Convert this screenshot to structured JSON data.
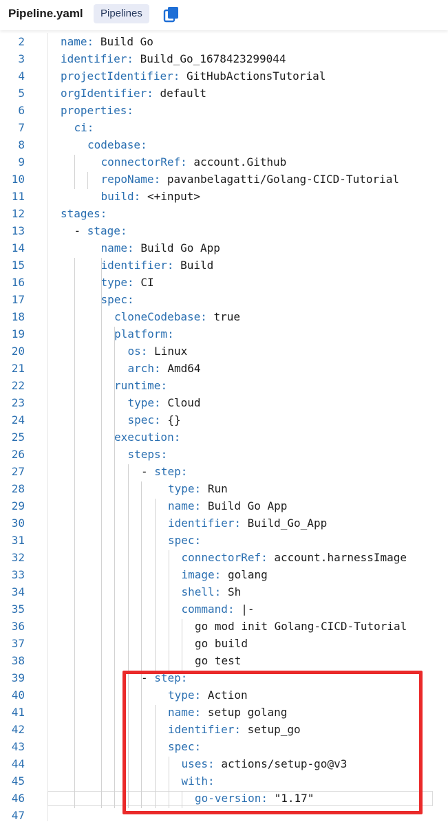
{
  "header": {
    "file_name": "Pipeline.yaml",
    "badge": "Pipelines",
    "copy_icon": "copy-icon"
  },
  "colors": {
    "key": "#2a6fb1",
    "value": "#1c1c1c",
    "line_number": "#2a6fb1",
    "highlight_border": "#ea2a2a",
    "badge_bg": "#e8ebf6"
  },
  "lines": [
    {
      "n": "2",
      "indent": 0,
      "dash": false,
      "key": "name",
      "value": "Build Go"
    },
    {
      "n": "3",
      "indent": 0,
      "dash": false,
      "key": "identifier",
      "value": "Build_Go_1678423299044"
    },
    {
      "n": "4",
      "indent": 0,
      "dash": false,
      "key": "projectIdentifier",
      "value": "GitHubActionsTutorial"
    },
    {
      "n": "5",
      "indent": 0,
      "dash": false,
      "key": "orgIdentifier",
      "value": "default"
    },
    {
      "n": "6",
      "indent": 0,
      "dash": false,
      "key": "properties",
      "value": ""
    },
    {
      "n": "7",
      "indent": 1,
      "dash": false,
      "key": "ci",
      "value": ""
    },
    {
      "n": "8",
      "indent": 2,
      "dash": false,
      "key": "codebase",
      "value": ""
    },
    {
      "n": "9",
      "indent": 3,
      "dash": false,
      "key": "connectorRef",
      "value": "account.Github"
    },
    {
      "n": "10",
      "indent": 3,
      "dash": false,
      "key": "repoName",
      "value": "pavanbelagatti/Golang-CICD-Tutorial"
    },
    {
      "n": "11",
      "indent": 3,
      "dash": false,
      "key": "build",
      "value": "<+input>"
    },
    {
      "n": "12",
      "indent": 0,
      "dash": false,
      "key": "stages",
      "value": ""
    },
    {
      "n": "13",
      "indent": 1,
      "dash": true,
      "key": "stage",
      "value": ""
    },
    {
      "n": "14",
      "indent": 3,
      "dash": false,
      "key": "name",
      "value": "Build Go App"
    },
    {
      "n": "15",
      "indent": 3,
      "dash": false,
      "key": "identifier",
      "value": "Build"
    },
    {
      "n": "16",
      "indent": 3,
      "dash": false,
      "key": "type",
      "value": "CI"
    },
    {
      "n": "17",
      "indent": 3,
      "dash": false,
      "key": "spec",
      "value": ""
    },
    {
      "n": "18",
      "indent": 4,
      "dash": false,
      "key": "cloneCodebase",
      "value": "true"
    },
    {
      "n": "19",
      "indent": 4,
      "dash": false,
      "key": "platform",
      "value": ""
    },
    {
      "n": "20",
      "indent": 5,
      "dash": false,
      "key": "os",
      "value": "Linux"
    },
    {
      "n": "21",
      "indent": 5,
      "dash": false,
      "key": "arch",
      "value": "Amd64"
    },
    {
      "n": "22",
      "indent": 4,
      "dash": false,
      "key": "runtime",
      "value": ""
    },
    {
      "n": "23",
      "indent": 5,
      "dash": false,
      "key": "type",
      "value": "Cloud"
    },
    {
      "n": "24",
      "indent": 5,
      "dash": false,
      "key": "spec",
      "value": "{}"
    },
    {
      "n": "25",
      "indent": 4,
      "dash": false,
      "key": "execution",
      "value": ""
    },
    {
      "n": "26",
      "indent": 5,
      "dash": false,
      "key": "steps",
      "value": ""
    },
    {
      "n": "27",
      "indent": 6,
      "dash": true,
      "key": "step",
      "value": ""
    },
    {
      "n": "28",
      "indent": 8,
      "dash": false,
      "key": "type",
      "value": "Run"
    },
    {
      "n": "29",
      "indent": 8,
      "dash": false,
      "key": "name",
      "value": "Build Go App"
    },
    {
      "n": "30",
      "indent": 8,
      "dash": false,
      "key": "identifier",
      "value": "Build_Go_App"
    },
    {
      "n": "31",
      "indent": 8,
      "dash": false,
      "key": "spec",
      "value": ""
    },
    {
      "n": "32",
      "indent": 9,
      "dash": false,
      "key": "connectorRef",
      "value": "account.harnessImage"
    },
    {
      "n": "33",
      "indent": 9,
      "dash": false,
      "key": "image",
      "value": "golang"
    },
    {
      "n": "34",
      "indent": 9,
      "dash": false,
      "key": "shell",
      "value": "Sh"
    },
    {
      "n": "35",
      "indent": 9,
      "dash": false,
      "key": "command",
      "value": "|-"
    },
    {
      "n": "36",
      "indent": 10,
      "dash": false,
      "key": "",
      "value": "go mod init Golang-CICD-Tutorial"
    },
    {
      "n": "37",
      "indent": 10,
      "dash": false,
      "key": "",
      "value": "go build"
    },
    {
      "n": "38",
      "indent": 10,
      "dash": false,
      "key": "",
      "value": "go test"
    },
    {
      "n": "39",
      "indent": 6,
      "dash": true,
      "key": "step",
      "value": ""
    },
    {
      "n": "40",
      "indent": 8,
      "dash": false,
      "key": "type",
      "value": "Action"
    },
    {
      "n": "41",
      "indent": 8,
      "dash": false,
      "key": "name",
      "value": "setup golang"
    },
    {
      "n": "42",
      "indent": 8,
      "dash": false,
      "key": "identifier",
      "value": "setup_go"
    },
    {
      "n": "43",
      "indent": 8,
      "dash": false,
      "key": "spec",
      "value": ""
    },
    {
      "n": "44",
      "indent": 9,
      "dash": false,
      "key": "uses",
      "value": "actions/setup-go@v3"
    },
    {
      "n": "45",
      "indent": 9,
      "dash": false,
      "key": "with",
      "value": ""
    },
    {
      "n": "46",
      "indent": 10,
      "dash": false,
      "key": "go-version",
      "value": "\"1.17\""
    },
    {
      "n": "47",
      "indent": 0,
      "dash": false,
      "key": "",
      "value": ""
    }
  ]
}
